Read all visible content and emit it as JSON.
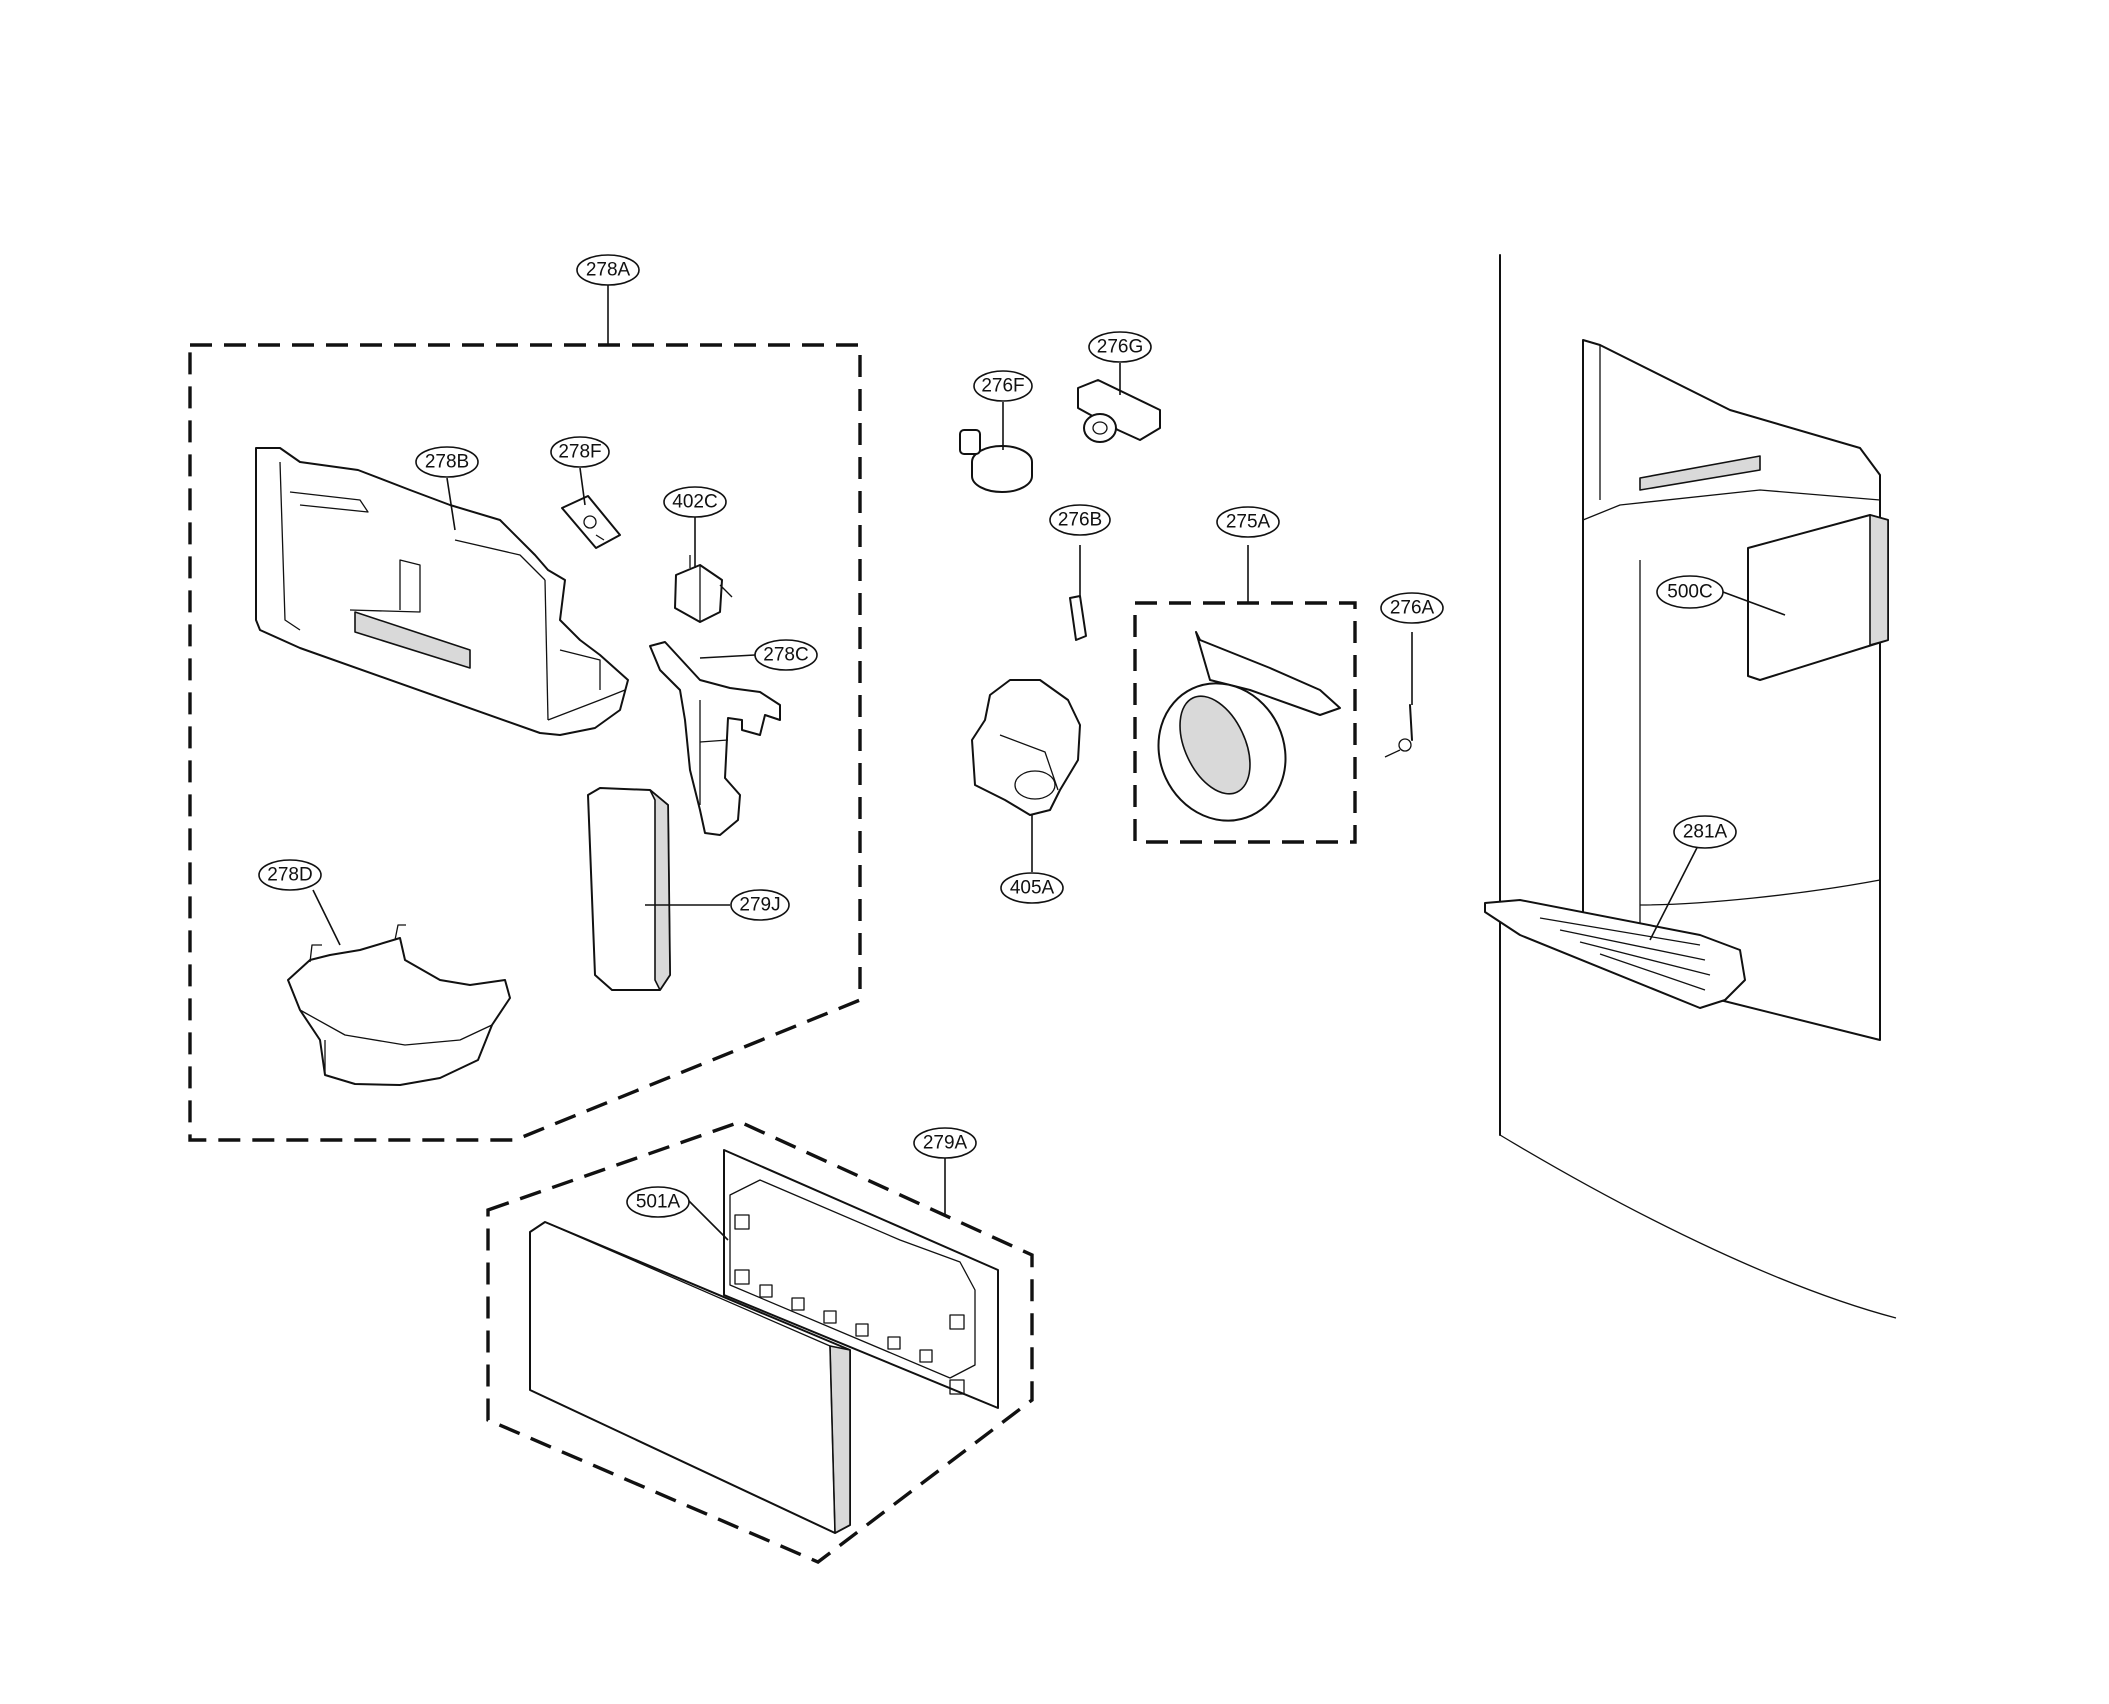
{
  "callouts": {
    "c278A": "278A",
    "c278B": "278B",
    "c278F": "278F",
    "c402C": "402C",
    "c278C": "278C",
    "c278D": "278D",
    "c279J": "279J",
    "c276F": "276F",
    "c276G": "276G",
    "c276B": "276B",
    "c275A": "275A",
    "c276A": "276A",
    "c405A": "405A",
    "c500C": "500C",
    "c281A": "281A",
    "c279A": "279A",
    "c501A": "501A"
  }
}
